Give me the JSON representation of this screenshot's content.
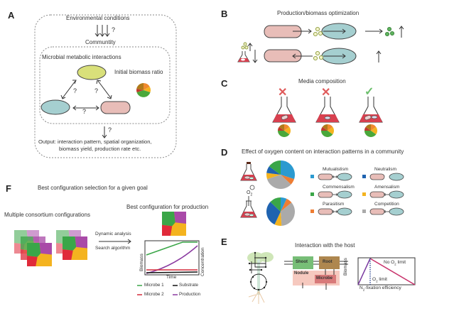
{
  "panels": {
    "A": {
      "letter": "A",
      "env_label": "Environmental conditions",
      "question": "?",
      "community_label": "Communtity",
      "interactions_label": "Microbial metabolic interactions",
      "biomass_ratio_label": "Initial biomass ratio",
      "output_line1": "Output: interaction pattern, spatial organization,",
      "output_line2": "biomass yield, production rate etc."
    },
    "B": {
      "letter": "B",
      "title": "Production/biomass optimization"
    },
    "C": {
      "letter": "C",
      "title": "Media composition",
      "flasks": [
        {
          "status": "rejected",
          "mark": "✕",
          "color": "#e05a5a"
        },
        {
          "status": "rejected",
          "mark": "✕",
          "color": "#e05a5a"
        },
        {
          "status": "accepted",
          "mark": "✓",
          "color": "#6cbf6c"
        }
      ]
    },
    "D": {
      "letter": "D",
      "title": "Effect of oxygen content on interaction patterns in a community",
      "o2_label": "O",
      "o2_sub": "2",
      "legend": [
        {
          "name": "Mutualistism",
          "color": "#2b9ad0"
        },
        {
          "name": "Neutralism",
          "color": "#1f63b0"
        },
        {
          "name": "Commensalism",
          "color": "#3aa648"
        },
        {
          "name": "Amensalism",
          "color": "#f4b31f"
        },
        {
          "name": "Parasitism",
          "color": "#ee7d33"
        },
        {
          "name": "Competition",
          "color": "#aaaaaa"
        }
      ],
      "pie_anaerobic": [
        {
          "name": "Mutualistism",
          "value": 30
        },
        {
          "name": "Parasitism",
          "value": 7
        },
        {
          "name": "Competition",
          "value": 33
        },
        {
          "name": "Amensalism",
          "value": 7
        },
        {
          "name": "Neutralism",
          "value": 8
        },
        {
          "name": "Commensalism",
          "value": 15
        }
      ],
      "pie_aerobic": [
        {
          "name": "Mutualistism",
          "value": 7
        },
        {
          "name": "Parasitism",
          "value": 7
        },
        {
          "name": "Competition",
          "value": 35
        },
        {
          "name": "Amensalism",
          "value": 8
        },
        {
          "name": "Neutralism",
          "value": 30
        },
        {
          "name": "Commensalism",
          "value": 13
        }
      ]
    },
    "E": {
      "letter": "E",
      "title": "Interaction with the host",
      "shoot_label": "Shoot",
      "root_label": "Root",
      "nodule_label": "Nodule",
      "microbe_label": "Microbe",
      "chart": {
        "ylabel": "Biomass",
        "xlabel_pre": "N",
        "xlabel_sub": "2",
        "xlabel_post": "-fixation efficiency",
        "no_limit_pre": "No O",
        "no_limit_sub": "2",
        "no_limit_post": " limit",
        "limit_pre": "O",
        "limit_sub": "2",
        "limit_post": " limit"
      }
    },
    "F": {
      "letter": "F",
      "title": "Best configuration selection for a given goal",
      "multiple_label": "Multiple consortium configurations",
      "best_label": "Best configuration for production",
      "dynamic_label": "Dynamic analysis",
      "search_label": "Search algorithm",
      "chart": {
        "xlabel": "Time",
        "ylabel_left": "Biomass",
        "ylabel_right": "Concentration",
        "series": [
          {
            "name": "Microbe 1",
            "color": "#3aa648"
          },
          {
            "name": "Substrate",
            "color": "#111111"
          },
          {
            "name": "Microbe 2",
            "color": "#d42a3a"
          },
          {
            "name": "Production",
            "color": "#8a3aa0"
          }
        ]
      }
    }
  }
}
